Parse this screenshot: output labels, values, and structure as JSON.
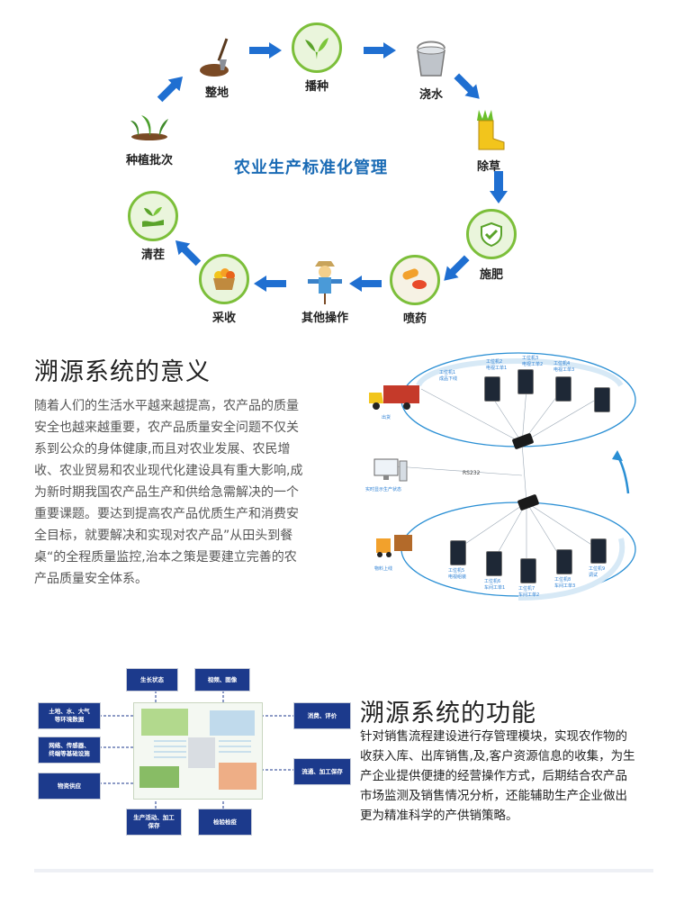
{
  "cycle": {
    "title": "农业生产标准化管理",
    "steps": [
      {
        "label": "整地",
        "icon": "shovel-soil-icon"
      },
      {
        "label": "播种",
        "icon": "seedling-icon"
      },
      {
        "label": "浇水",
        "icon": "bucket-icon"
      },
      {
        "label": "除草",
        "icon": "boot-grass-icon"
      },
      {
        "label": "施肥",
        "icon": "shield-check-icon"
      },
      {
        "label": "喷药",
        "icon": "pills-icon"
      },
      {
        "label": "其他操作",
        "icon": "scarecrow-icon"
      },
      {
        "label": "采收",
        "icon": "basket-icon"
      },
      {
        "label": "清茬",
        "icon": "hand-plant-icon"
      },
      {
        "label": "种植批次",
        "icon": "sprouts-icon"
      }
    ],
    "colors": {
      "arrow": "#1f6fd1",
      "title": "#1a6bb5"
    }
  },
  "section1": {
    "title": "溯源系统的意义",
    "body": "随着人们的生活水平越来越提高，农产品的质量安全也越来越重要，农产品质量安全问题不仅关系到公众的身体健康,而且对农业发展、农民增收、农业贸易和农业现代化建设具有重大影响,成为新时期我国农产品生产和供给急需解决的一个重要课题。要达到提高农产品优质生产和消费安全目标，就要解决和实现对农产品”从田头到餐桌“的全程质量监控,治本之策是要建立完善的农产品质量安全体系。"
  },
  "network": {
    "top_labels": [
      "工位机1\n成品下线",
      "工位机2\n电视工单1",
      "工位机3\n电视工单2",
      "工位机4\n电视工单3"
    ],
    "bottom_labels": [
      "工位机5\n电视组装",
      "工位机6\n车间工单1",
      "工位机7\n车间工单2",
      "工位机8\n车间工单3",
      "工位机9\n调试"
    ],
    "truck": "出货",
    "pc": "实时显示生产状态",
    "forklift": "物料上线",
    "link": "RS232"
  },
  "functions": {
    "boxes": {
      "growth": "生长状态",
      "video": "视频、图像",
      "env": "土地、水、大气\n等环境数据",
      "network": "网络、传感器、\n终端等基础设施",
      "supply": "物资供应",
      "consume": "消费、评价",
      "circulation": "流通、加工保存",
      "production": "生产活动、加工\n保存",
      "inspection": "检验检疫"
    }
  },
  "section2": {
    "title": "溯源系统的功能",
    "body": "针对销售流程建设进行存管理模块，实现农作物的收获入库、出库销售,及,客户资源信息的收集，为生产企业提供便捷的经营操作方式，后期结合农产品市场监测及销售情况分析，还能辅助生产企业做出更为精准科学的产供销策略。"
  }
}
